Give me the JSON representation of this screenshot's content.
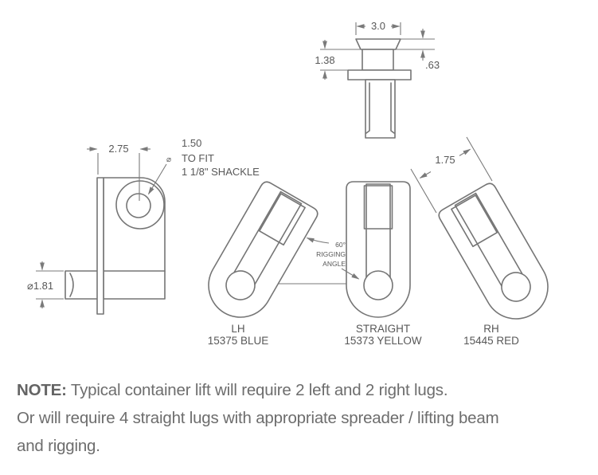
{
  "drawing": {
    "pin_view": {
      "dim_head_width": "3.0",
      "dim_neck_height": "1.38",
      "dim_head_thickness": ".63"
    },
    "bracket_view": {
      "dim_plate_width": "2.75",
      "hole_size": "1.50",
      "dia_symbol": "⌀",
      "hole_note_line1": "TO FIT",
      "hole_note_line2": "1 1/8\" SHACKLE",
      "dim_pin_diameter": "⌀1.81"
    },
    "rigging_angle": {
      "line1": "60°",
      "line2": "RIGGING",
      "line3": "ANGLE"
    },
    "rh_top_dim": "1.75",
    "lugs": [
      {
        "name": "LH",
        "part": "15375 BLUE"
      },
      {
        "name": "STRAIGHT",
        "part": "15373 YELLOW"
      },
      {
        "name": "RH",
        "part": "15445 RED"
      }
    ]
  },
  "note": {
    "prefix": "NOTE:",
    "line1": " Typical container lift will require 2 left and 2 right lugs.",
    "line2": "Or will require 4 straight lugs with appropriate spreader / lifting beam",
    "line3": "and rigging."
  },
  "colors": {
    "line": "#757575",
    "text": "#585858",
    "note_text": "#6d6d6d"
  }
}
